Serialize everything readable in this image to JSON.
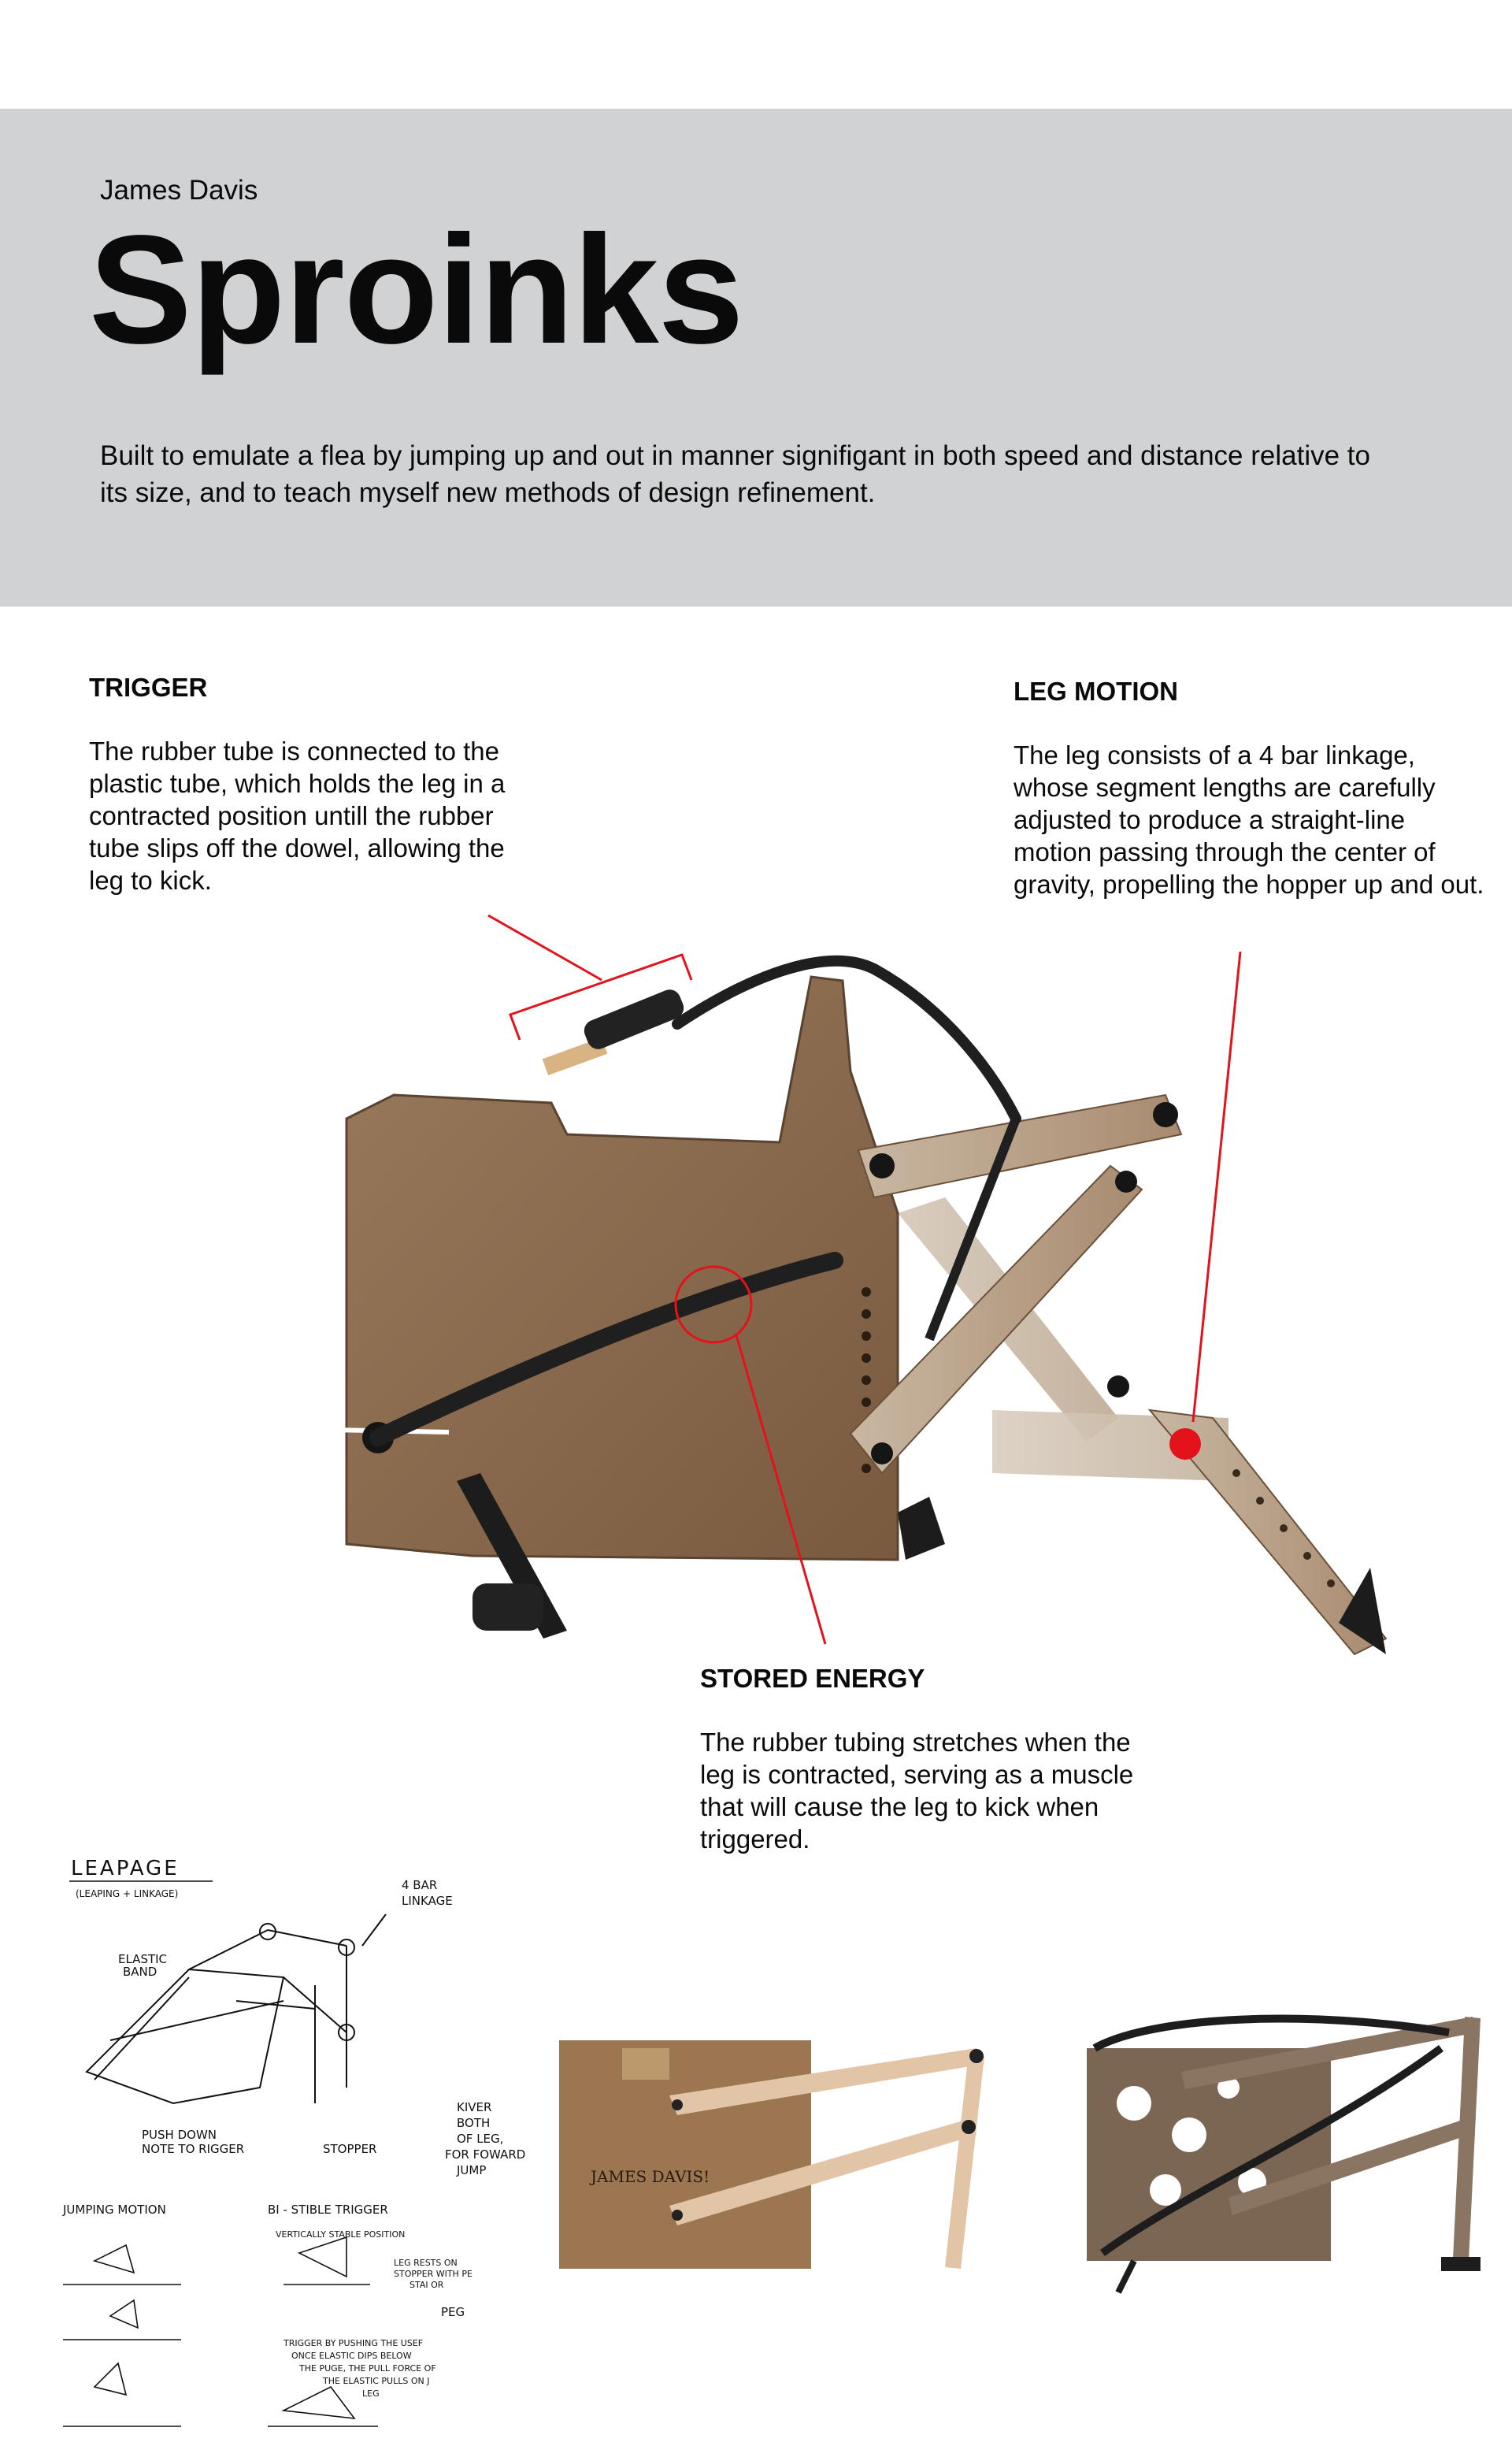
{
  "header": {
    "author": "James Davis",
    "title": "Sproinks",
    "summary": "Built to emulate a flea by jumping up and out in manner signifigant in both speed and distance relative to its size, and to teach myself new methods of design refinement."
  },
  "callouts": {
    "trigger": {
      "heading": "TRIGGER",
      "body": "The rubber tube is connected to the plastic tube, which holds the leg in a contracted position untill the rubber tube slips off the dowel, allowing the leg to kick."
    },
    "leg_motion": {
      "heading": "LEG MOTION",
      "body": "The leg consists of a 4 bar linkage, whose segment lengths are carefully adjusted to produce a straight-line motion passing through the center of gravity, propelling the hopper up and out."
    },
    "stored_energy": {
      "heading": "STORED ENERGY",
      "body": "The rubber tubing stretches when the leg is contracted, serving as a muscle that will cause the leg to kick when triggered."
    }
  },
  "sketch": {
    "title": "LEAPAGE",
    "subtitle": "(LEAPING + LINKAGE)",
    "labels": {
      "four_bar": "4 BAR",
      "linkage": "LINKAGE",
      "elastic": "ELASTIC",
      "band": "BAND",
      "push_down": "PUSH DOWN",
      "note_to_rigger": "NOTE TO RIGGER",
      "stopper": "STOPPER",
      "kiver": "KIVER",
      "both": "BOTH",
      "of_leg": "OF LEG,",
      "for_forward": "FOR FOWARD",
      "jump": "JUMP",
      "jumping_motion": "JUMPING MOTION",
      "bi_stable": "BI - STIBLE TRIGGER",
      "vertically_stable": "VERTICALLY STABLE POSITION",
      "leg_rests_1": "LEG RESTS ON",
      "leg_rests_2": "STOPPER WITH PE",
      "leg_rests_3": "STAI OR",
      "peg": "PEG",
      "trigger_1": "TRIGGER BY PUSHING THE USEF",
      "trigger_2": "ONCE ELASTIC DIPS BELOW",
      "trigger_3": "THE PUGE, THE PULL FORCE OF",
      "trigger_4": "THE ELASTIC PULLS ON J",
      "trigger_5": "LEG"
    }
  },
  "prototype": {
    "name_label": "JAMES DAVIS!"
  },
  "colors": {
    "band": "#d1d2d4",
    "accent_red": "#e3131b",
    "board": "#8a6b4e",
    "tube": "#1f1f1f"
  }
}
